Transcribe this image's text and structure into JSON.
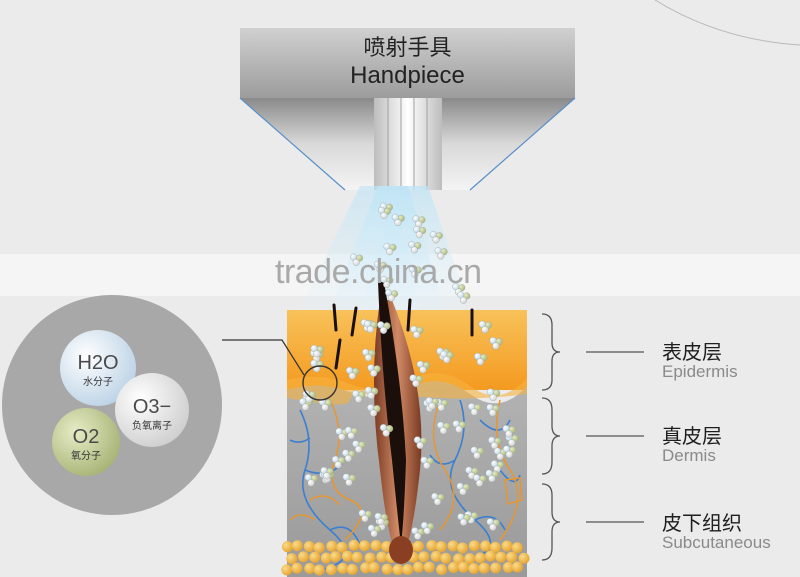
{
  "handpiece": {
    "label_cn": "喷射手具",
    "label_en": "Handpiece"
  },
  "watermark": "trade.china.cn",
  "layers": [
    {
      "label_cn": "表皮层",
      "label_en": "Epidermis"
    },
    {
      "label_cn": "真皮层",
      "label_en": "Dermis"
    },
    {
      "label_cn": "皮下组织",
      "label_en": "Subcutaneous"
    }
  ],
  "molecules": [
    {
      "formula": "H2O",
      "label_cn": "水分子"
    },
    {
      "formula": "O3−",
      "label_cn": "负氧离子"
    },
    {
      "formula": "O2",
      "label_cn": "氧分子"
    }
  ],
  "colors": {
    "epidermis": "#f7a72a",
    "dermis": "#a9a9a9",
    "vessel_blue": "#3c7fd0",
    "fiber_orange": "#e8962e",
    "fat": "#f0b444",
    "follicle": "#a85a3a",
    "spray": "#c9e8f6"
  }
}
